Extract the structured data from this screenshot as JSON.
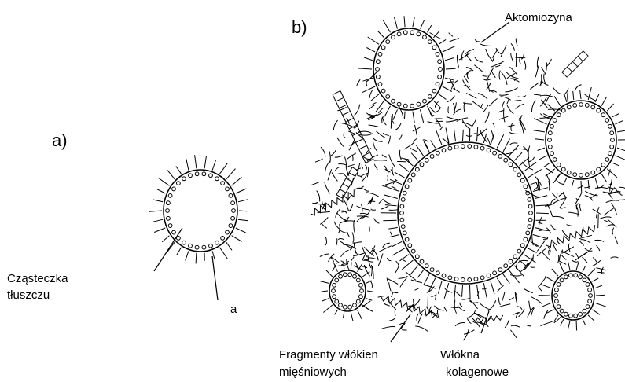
{
  "panels": {
    "a": "a)",
    "b": "b)"
  },
  "labels": {
    "fat_particle_line1": "Cząsteczka",
    "fat_particle_line2": "tłuszczu",
    "small_a": "a",
    "actomyosin": "Aktomiozyna",
    "muscle_fragments_line1": "Fragmenty włókien",
    "muscle_fragments_line2": "mięśniowych",
    "collagen_line1": "Włókna",
    "collagen_line2": "kolagenowe"
  },
  "colors": {
    "ink": "#000000",
    "background": "#ffffff"
  }
}
